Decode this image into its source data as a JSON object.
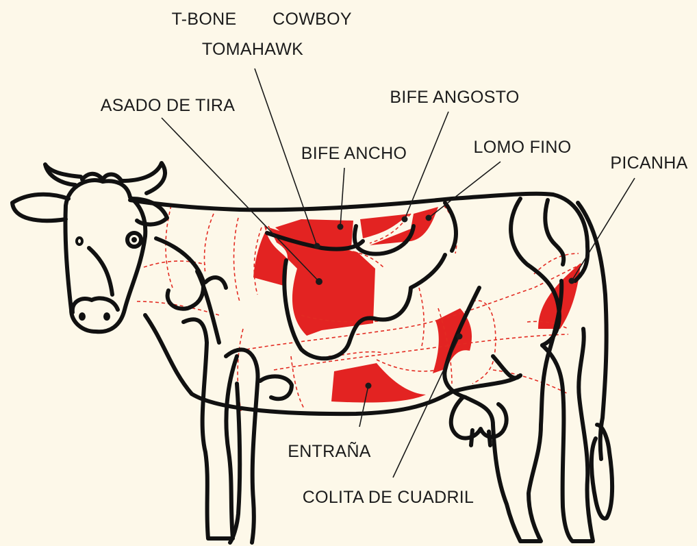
{
  "colors": {
    "background": "#fdf8e9",
    "cut_fill": "#e32322",
    "outline": "#111111",
    "dashed_guides": "#e32b22"
  },
  "labels": {
    "tbone": "T-BONE",
    "cowboy": "COWBOY",
    "tomahawk": "TOMAHAWK",
    "asado_de_tira": "ASADO DE TIRA",
    "bife_angosto": "BIFE ANGOSTO",
    "bife_ancho": "BIFE ANCHO",
    "lomo_fino": "LOMO FINO",
    "picanha": "PICANHA",
    "entrana": "ENTRAÑA",
    "colita_de_cuadril": "COLITA DE CUADRIL"
  }
}
